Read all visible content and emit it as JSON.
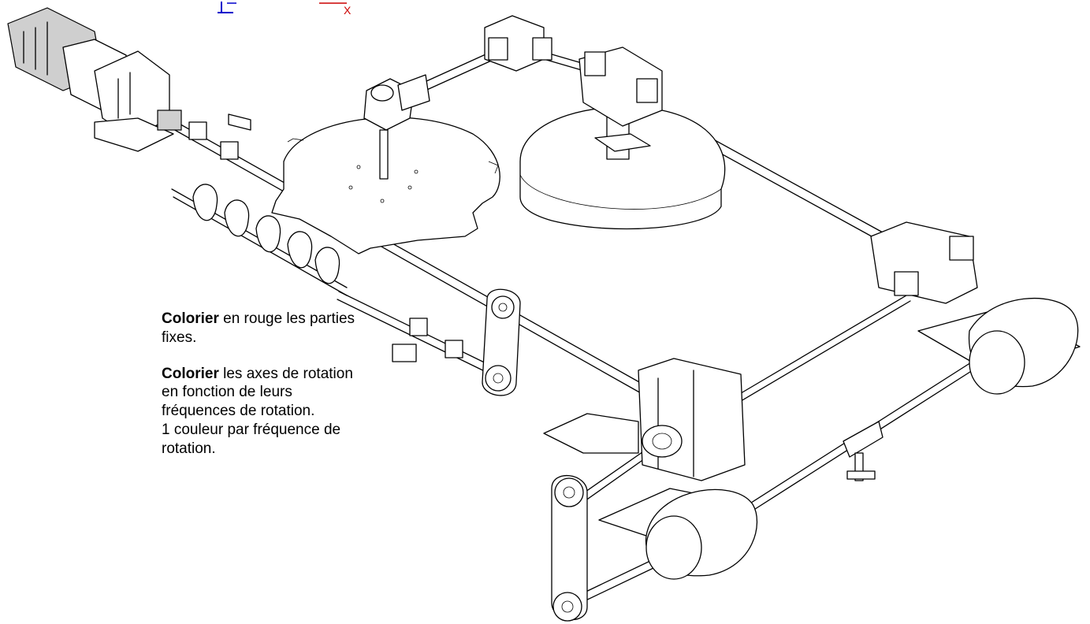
{
  "instructions": {
    "line1_bold": "Colorier",
    "line1_rest": " en rouge les parties fixes.",
    "line2_bold": "Colorier",
    "line2_rest": " les axes de rotation en fonction de leurs fréquences de rotation.",
    "line3": "1 couleur par fréquence de rotation."
  },
  "axis_triad": {
    "x_label": "X",
    "y_color": "#0000cc",
    "x_color": "#cc0000"
  },
  "colors": {
    "line": "#000000",
    "background": "#ffffff"
  }
}
